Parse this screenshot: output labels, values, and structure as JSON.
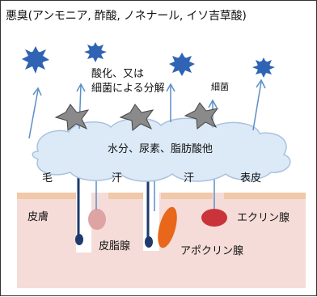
{
  "title": "悪臭(アンモニア, 酢酸, ノネナール, イソ吉草酸)",
  "process_label": [
    "酸化、又は",
    "細菌による分解"
  ],
  "bacteria_label": "細菌",
  "cloud_label": "水分、尿素、脂肪酸他",
  "labels": {
    "hair": "毛",
    "sweat_left": "汗",
    "sweat_right": "汗",
    "surface": "表皮",
    "skin": "皮膚",
    "sebaceous": "皮脂腺",
    "apocrine": "アポクリン腺",
    "eccrine": "エクリン腺"
  },
  "colors": {
    "skin": "#f5dcd8",
    "skin_edge": "#f1c8a8",
    "cloud": "#dce9f7",
    "cloud_edge": "#a9c2df",
    "arrow": "#5b8fc9",
    "germ": "#2f63b3",
    "star": "#8a8a8a",
    "apocrine": "#e8671a",
    "eccrine": "#c9343a",
    "sebaceous": "#dea3a3",
    "hair": "#1f3a6b"
  }
}
